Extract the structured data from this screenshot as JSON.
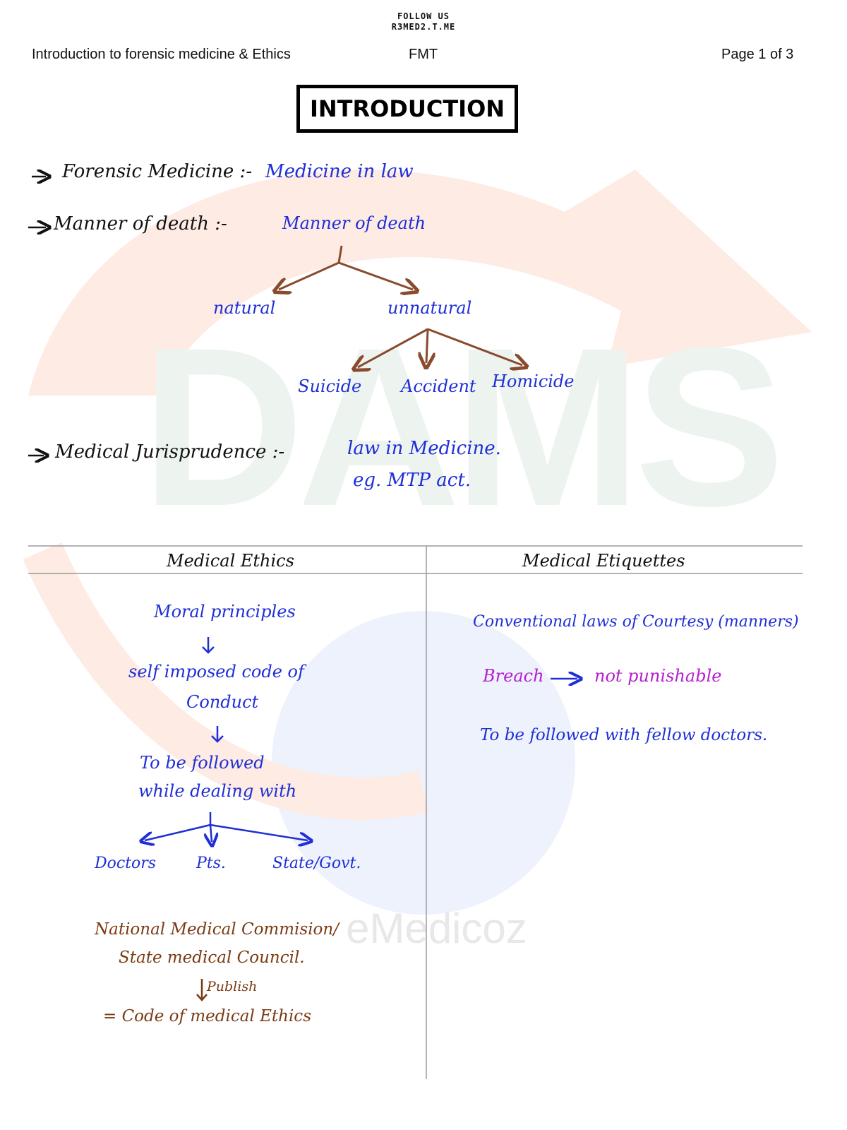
{
  "follow": {
    "line1": "FOLLOW US",
    "line2": "R3MED2.T.ME"
  },
  "header": {
    "left": "Introduction to forensic medicine & Ethics",
    "center": "FMT",
    "right": "Page 1 of 3"
  },
  "title": "INTRODUCTION",
  "definitions": {
    "forensic_label": "Forensic Medicine :-",
    "forensic_value": "Medicine in law",
    "manner_label": "Manner of death :-",
    "manner_root": "Manner of death",
    "manner_natural": "natural",
    "manner_unnatural": "unnatural",
    "unnatural_children": [
      "Suicide",
      "Accident",
      "Homicide"
    ],
    "juris_label": "Medical Jurisprudence :-",
    "juris_value_line1": "law in Medicine.",
    "juris_value_line2": "eg. MTP act."
  },
  "table": {
    "left_header": "Medical Ethics",
    "right_header": "Medical Etiquettes",
    "left": {
      "step1": "Moral principles",
      "step2_line1": "self imposed code of",
      "step2_line2": "Conduct",
      "step3_line1": "To be followed",
      "step3_line2": "while dealing with",
      "branches": [
        "Doctors",
        "Pts.",
        "State/Govt."
      ],
      "nmc_line1": "National Medical Commision/",
      "nmc_line2": "State medical Council.",
      "publish": "Publish",
      "result": "= Code of medical Ethics"
    },
    "right": {
      "line1": "Conventional laws of Courtesy (manners)",
      "breach_label": "Breach",
      "breach_value": "not punishable",
      "line3": "To be followed with fellow doctors."
    }
  },
  "watermark": {
    "brand": "DAMS",
    "app": "eMedicoz"
  },
  "colors": {
    "ink_blue": "#1f2fd6",
    "ink_brown": "#7a3a12",
    "ink_magenta": "#b51fcf",
    "arrow_brown": "#8a4a2e"
  }
}
